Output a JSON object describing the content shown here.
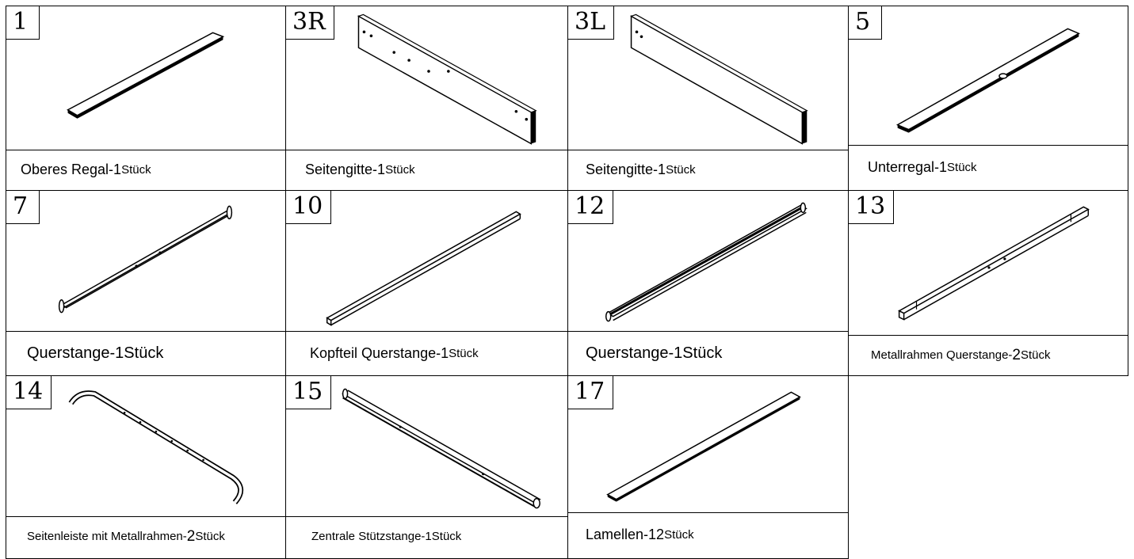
{
  "parts": [
    {
      "number": "1",
      "name": "Oberes Regal-1",
      "unit": "Stück"
    },
    {
      "number": "3R",
      "name": "Seitengitte-1",
      "unit": "Stück"
    },
    {
      "number": "3L",
      "name": "Seitengitte-1",
      "unit": "Stück"
    },
    {
      "number": "5",
      "name": "Unterregal-1",
      "unit": "Stück"
    },
    {
      "number": "7",
      "name": "Querstange-1",
      "unit": "Stück"
    },
    {
      "number": "10",
      "name": "Kopfteil Querstange-1",
      "unit": "Stück"
    },
    {
      "number": "12",
      "name": "Querstange-1",
      "unit": "Stück"
    },
    {
      "number": "13",
      "name": "Metallrahmen Querstange-",
      "count": "2",
      "unit": "Stück"
    },
    {
      "number": "14",
      "name": "Seitenleiste mit Metallrahmen-",
      "count": "2",
      "unit": "Stück"
    },
    {
      "number": "15",
      "name": "Zentrale Stützstange-1",
      "unit": "Stück"
    },
    {
      "number": "17",
      "name": "Lamellen-12",
      "unit": "Stück"
    }
  ]
}
